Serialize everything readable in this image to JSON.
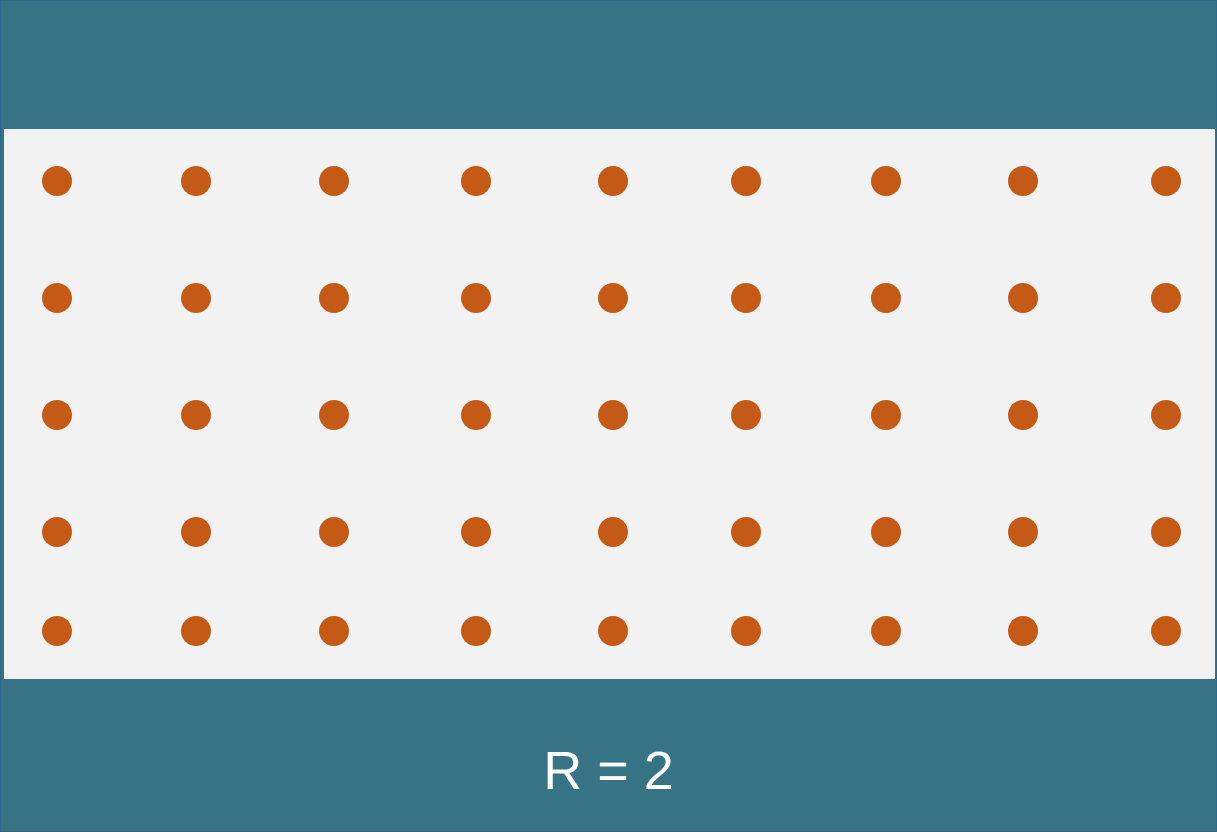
{
  "label": "R = 2",
  "colors": {
    "band": "#357385",
    "panel": "#f3f2f2",
    "dot": "#c45a16",
    "text": "#ffffff"
  },
  "grid": {
    "rows": 5,
    "columns": 9
  }
}
